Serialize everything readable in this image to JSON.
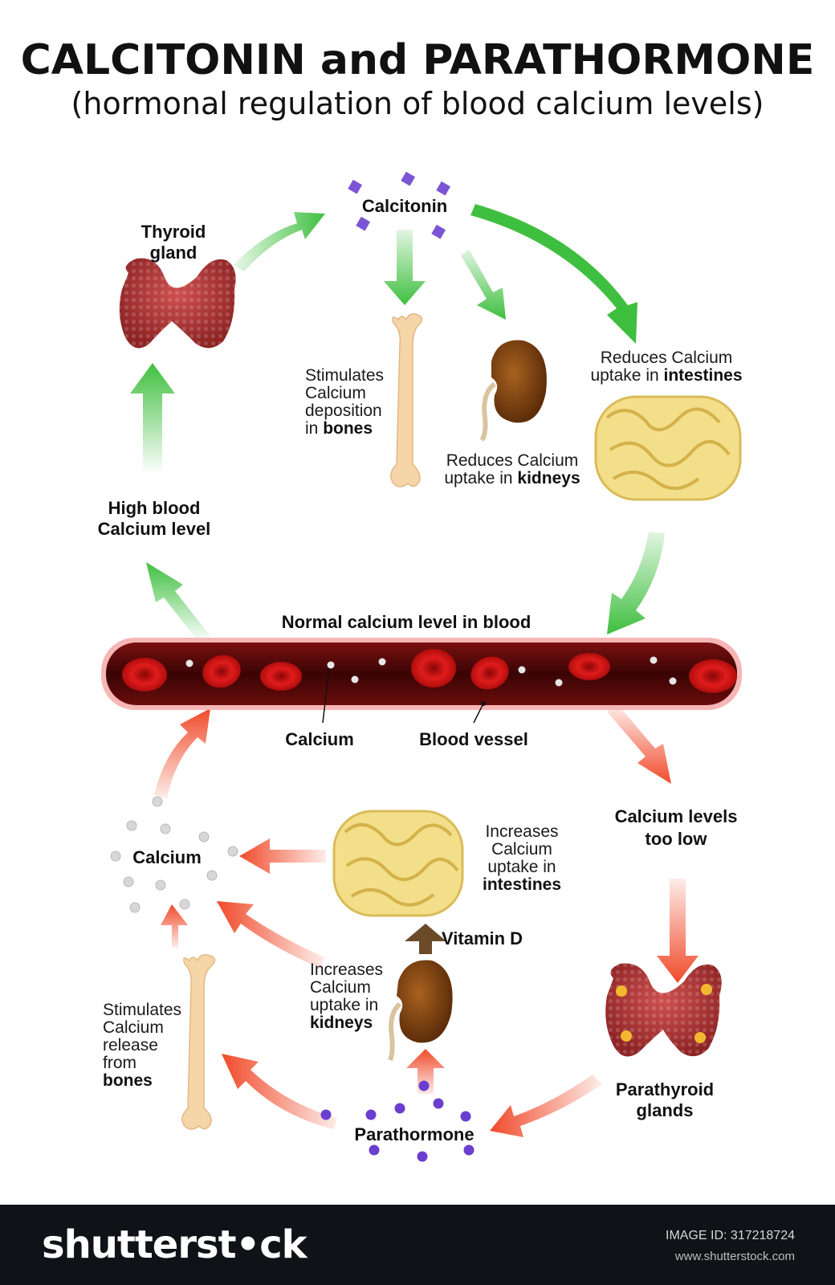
{
  "title": "CALCITONIN and PARATHORMONE",
  "subtitle": "(hormonal regulation of blood calcium levels)",
  "nodes": {
    "thyroid_line1": "Thyroid",
    "thyroid_line2": "gland",
    "calcitonin": "Calcitonin",
    "bones_top_l1": "Stimulates",
    "bones_top_l2": "Calcium",
    "bones_top_l3": "deposition",
    "bones_top_l4_pre": "in ",
    "bones_top_l4_bold": "bones",
    "kidneys_top_l1": "Reduces Calcium",
    "kidneys_top_l2_pre": "uptake in ",
    "kidneys_top_l2_bold": "kidneys",
    "intest_top_l1": "Reduces Calcium",
    "intest_top_l2_pre": "uptake in ",
    "intest_top_l2_bold": "intestines",
    "high_l1": "High blood",
    "high_l2": "Calcium level",
    "normal": "Normal calcium level in blood",
    "calcium_pointer": "Calcium",
    "vessel_pointer": "Blood vessel",
    "low_l1": "Calcium levels",
    "low_l2": "too low",
    "calcium_pool": "Calcium",
    "intest_bot_l1": "Increases",
    "intest_bot_l2": "Calcium",
    "intest_bot_l3": "uptake in",
    "intest_bot_l4": "intestines",
    "vitamin_d": "Vitamin D",
    "kid_bot_l1": "Increases",
    "kid_bot_l2": "Calcium",
    "kid_bot_l3": "uptake in",
    "kid_bot_l4": "kidneys",
    "bone_bot_l1": "Stimulates",
    "bone_bot_l2": "Calcium",
    "bone_bot_l3": "release",
    "bone_bot_l4": "from",
    "bone_bot_l5": "bones",
    "parathyroid_l1": "Parathyroid",
    "parathyroid_l2": "glands",
    "parathormone": "Parathormone"
  },
  "watermark": "shutterstock",
  "footer": {
    "logo": "shutterst•ck",
    "image_id": "IMAGE ID: 317218724",
    "site": "www.shutterstock.com"
  },
  "colors": {
    "green_arrow": "#3fbf3f",
    "red_arrow": "#f04a2a",
    "vessel": "#5a0a0a",
    "blood_cell": "#d81818",
    "calcitonin_particle": "#7b55d6",
    "parathormone_particle": "#6a3fd0",
    "thyroid": "#b23a3a",
    "kidney": "#7a4012",
    "bone": "#f6d6a8",
    "intestine": "#f3df8a",
    "footer_bg": "#0f1216"
  }
}
